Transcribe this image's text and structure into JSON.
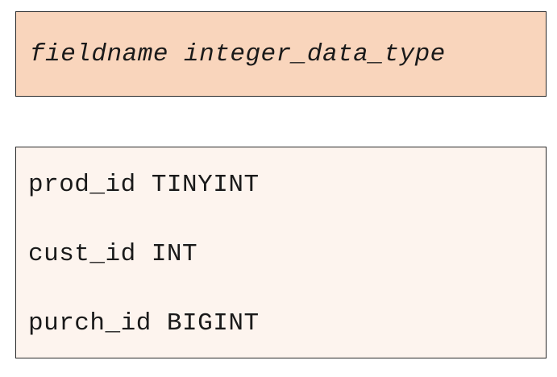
{
  "syntax": {
    "text": "fieldname integer_data_type",
    "background": "#f9d5bc"
  },
  "example": {
    "background": "#fdf4ee",
    "lines": [
      "prod_id TINYINT",
      "cust_id INT",
      "purch_id BIGINT"
    ]
  }
}
